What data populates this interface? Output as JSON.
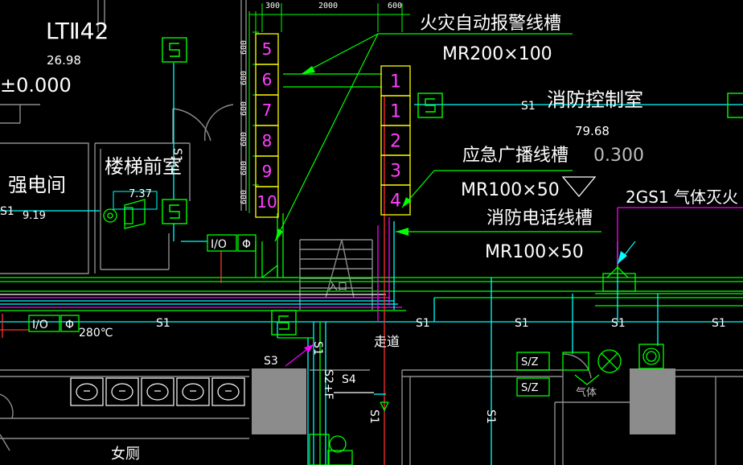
{
  "colors": {
    "background": "#000000",
    "white": "#ffffff",
    "green": "#00ff00",
    "yellow": "#ffff00",
    "magenta": "#ff00ff",
    "cyan": "#00ffff",
    "red": "#ff3030",
    "gray": "#8c8c8c",
    "lightgreen": "#9dff9d"
  },
  "dims": {
    "d300": "300",
    "d2000": "2000",
    "d600": "600",
    "v600": "600"
  },
  "rooms": {
    "ltr2": "LTⅡ42",
    "ltr2_num": "26.98",
    "level_pm": "±0.000",
    "stair_front": "楼梯前室",
    "stair_front_num": "7.37",
    "strong_elec": "强电间",
    "strong_elec_num": "9.19",
    "fire_control": "消防控制室",
    "fire_control_num": "79.68",
    "level_300": "0.300",
    "corridor": "走道",
    "women_wc": "女厕",
    "gas_room": "2GS1  气体灭火"
  },
  "trays": {
    "fire_alarm_label": "火灾自动报警线槽",
    "fire_alarm_size": "MR200×100",
    "broadcast_label": "应急广播线槽",
    "broadcast_size": "MR100×50",
    "phone_label": "消防电话线槽",
    "phone_size": "MR100×50"
  },
  "left_stack": [
    "5",
    "6",
    "7",
    "8",
    "9",
    "10"
  ],
  "right_stack": [
    "1",
    "1",
    "2",
    "3",
    "4"
  ],
  "symbols": {
    "io": "I/O",
    "phi": "Φ",
    "temp": "280℃",
    "s1": "S1",
    "s3": "S3",
    "s4": "S4",
    "s2f": "S2+F",
    "sz1": "S/Z",
    "sz2": "S/Z",
    "pinji": "入口",
    "gas_door": "气体"
  }
}
